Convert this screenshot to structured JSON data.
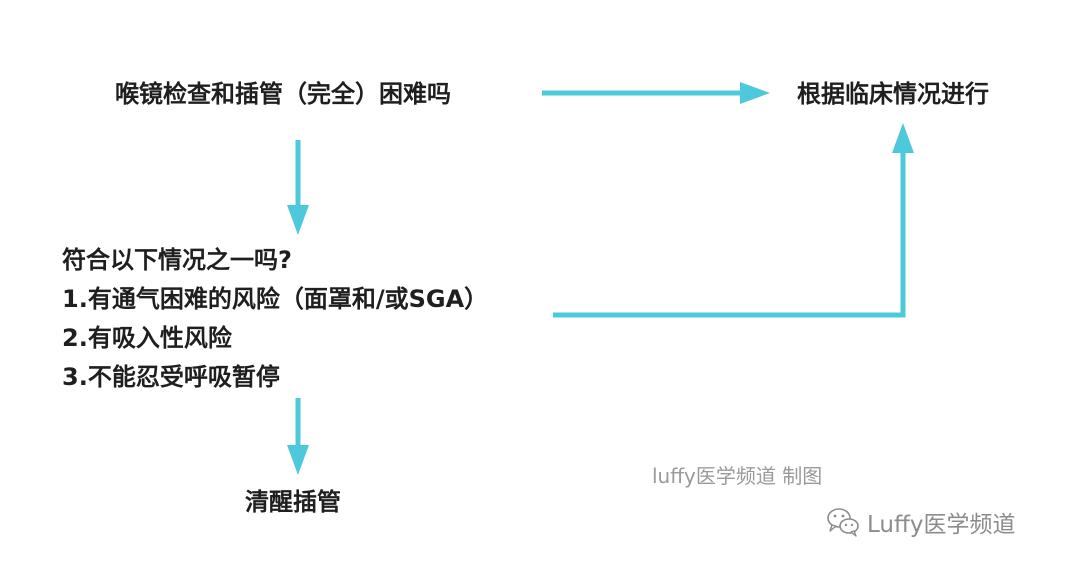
{
  "nodes": {
    "question1": "喉镜检查和插管（完全）困难吗",
    "clinical": "根据临床情况进行",
    "question2": {
      "heading": "符合以下情况之一吗?",
      "items": [
        "1.有通气困难的风险（面罩和/或SGA）",
        "2.有吸入性风险",
        "3.不能忍受呼吸暂停"
      ]
    },
    "awake_intubation": "清醒插管"
  },
  "credit": "luffy医学频道 制图",
  "watermark": {
    "icon": "wechat-icon",
    "text": "Luffy医学频道"
  },
  "colors": {
    "arrow": "#4ec9dc",
    "text": "#1f1f1f",
    "credit": "#9a9a9a"
  }
}
